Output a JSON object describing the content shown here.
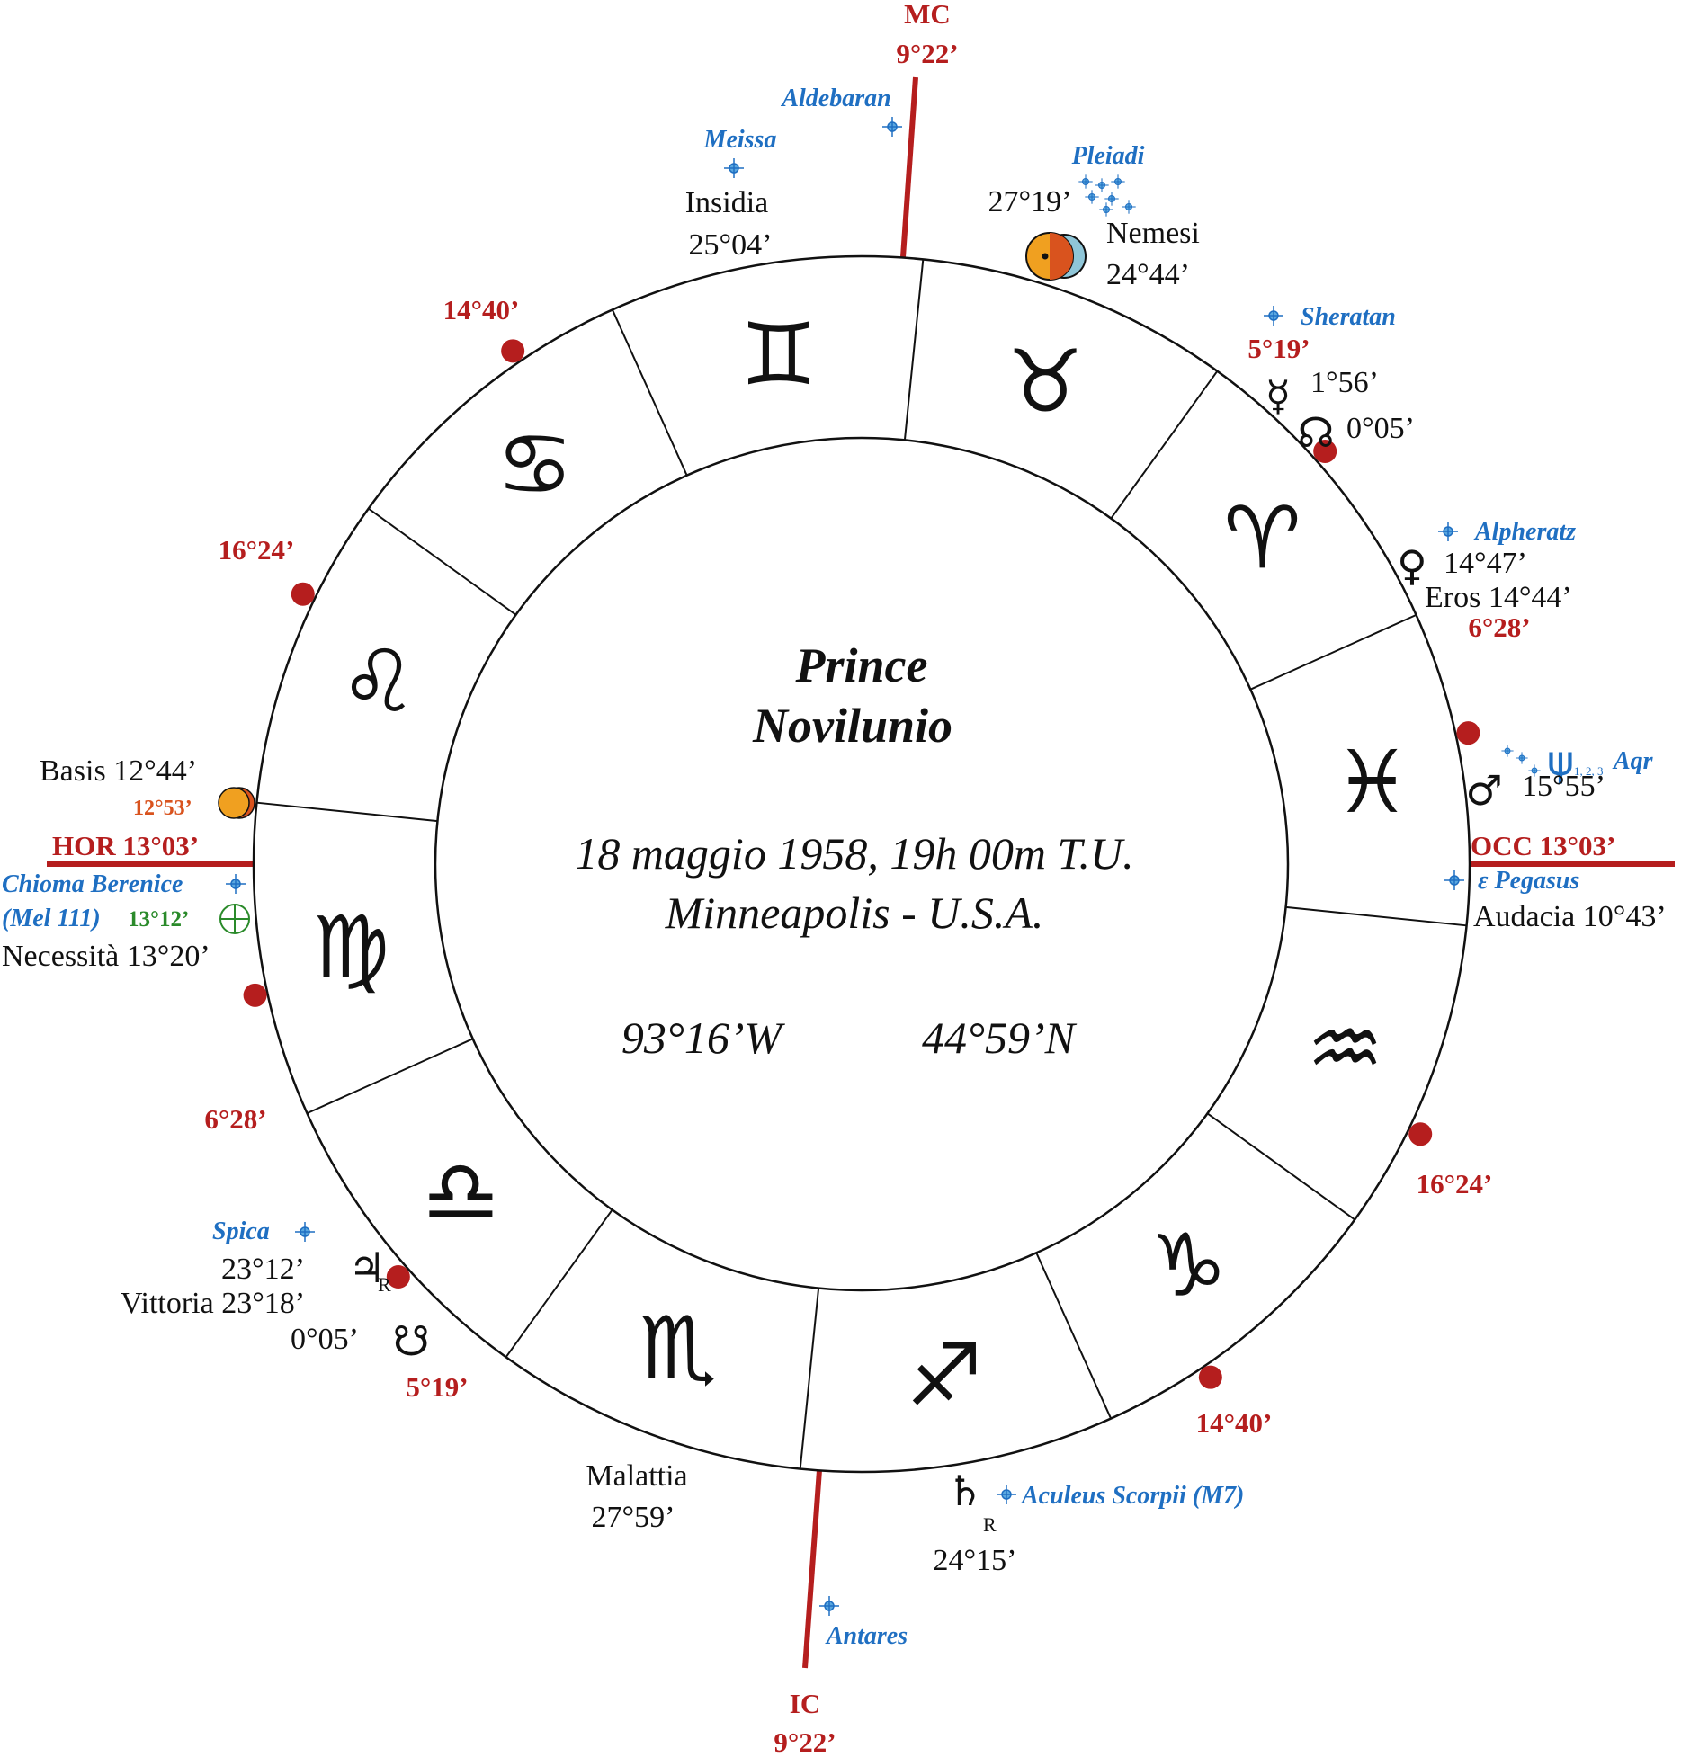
{
  "chart": {
    "title_line1": "Prince",
    "title_line2": "Novilunio",
    "datetime": "18 maggio 1958, 19h 00m T.U.",
    "location": "Minneapolis - U.S.A.",
    "longitude": "93°16’W",
    "latitude": "44°59’N"
  },
  "axes": {
    "mc_label": "MC",
    "mc_degree": "9°22’",
    "ic_label": "IC",
    "ic_degree": "9°22’",
    "asc": "HOR 13°03’",
    "desc": "OCC 13°03’",
    "axis_color": "#b51e1e"
  },
  "cusps": [
    {
      "label": "14°40’"
    },
    {
      "label": "16°24’"
    },
    {
      "label": "6°28’"
    },
    {
      "label": "5°19’"
    },
    {
      "label": "14°40’"
    },
    {
      "label": "16°24’"
    },
    {
      "label": "6°28’"
    },
    {
      "label": "5°19’"
    }
  ],
  "signs": [
    {
      "name": "gemini",
      "glyph": "♊"
    },
    {
      "name": "taurus",
      "glyph": "♉"
    },
    {
      "name": "aries",
      "glyph": "♈"
    },
    {
      "name": "pisces",
      "glyph": "♓"
    },
    {
      "name": "aquarius",
      "glyph": "♒"
    },
    {
      "name": "capricorn",
      "glyph": "♑"
    },
    {
      "name": "sagittarius",
      "glyph": "♐"
    },
    {
      "name": "scorpio",
      "glyph": "♏"
    },
    {
      "name": "libra",
      "glyph": "♎"
    },
    {
      "name": "virgo",
      "glyph": "♍"
    },
    {
      "name": "leo",
      "glyph": "♌"
    },
    {
      "name": "cancer",
      "glyph": "♋"
    }
  ],
  "stars": {
    "aldebaran": "Aldebaran",
    "meissa": "Meissa",
    "pleiadi": "Pleiadi",
    "sheratan": "Sheratan",
    "alpheratz": "Alpheratz",
    "aqr": "Aqr",
    "pegasus": "ε Pegasus",
    "chioma": "Chioma Berenice",
    "mel111": "(Mel 111)",
    "spica": "Spica",
    "aculeus": "Aculeus Scorpii (M7)",
    "antares": "Antares"
  },
  "bodies": {
    "insidia_name": "Insidia",
    "insidia_deg": "25°04’",
    "pleiadi_deg": "27°19’",
    "nemesi_name": "Nemesi",
    "nemesi_deg": "24°44’",
    "mercury_deg": "1°56’",
    "node_north_deg": "0°05’",
    "venus_deg": "14°47’",
    "eros": "Eros 14°44’",
    "neptune_sub": "1, 2, 3",
    "mars_deg": "15°55’",
    "audacia": "Audacia 10°43’",
    "basis": "Basis 12°44’",
    "sun_moon_deg": "12°53’",
    "fortune_deg": "13°12’",
    "necessita": "Necessità 13°20’",
    "jupiter_deg": "23°12’",
    "vittoria": "Vittoria 23°18’",
    "node_south_deg": "0°05’",
    "retro": "R",
    "malattia_name": "Malattia",
    "malattia_deg": "27°59’",
    "saturn_deg": "24°15’"
  },
  "planet_glyphs": {
    "mercury": "☿",
    "north_node": "☊",
    "venus": "♀",
    "mars": "♂",
    "neptune": "ψ",
    "jupiter": "♃",
    "south_node": "☊",
    "saturn": "♄"
  },
  "colors": {
    "red": "#b51e1e",
    "blue": "#1f6fc2",
    "green": "#2a8a2a",
    "orange": "#d9531e",
    "sun": "#f0a020",
    "moon": "#8fc6d8"
  }
}
